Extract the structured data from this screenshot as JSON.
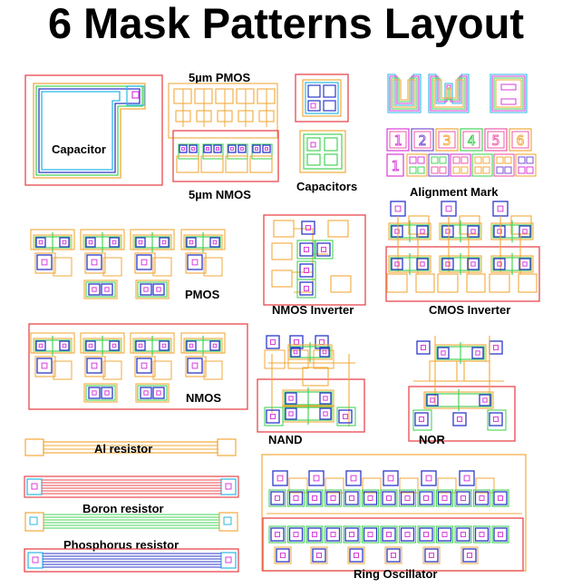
{
  "title": "6 Mask Patterns Layout",
  "labels": {
    "capacitor": "Capacitor",
    "pmos5um": "5µm PMOS",
    "nmos5um": "5µm NMOS",
    "capacitors": "Capacitors",
    "alignment_mark": "Alignment Mark",
    "uwb": [
      "U",
      "W",
      "B"
    ],
    "digits": [
      "1",
      "2",
      "3",
      "4",
      "5",
      "6"
    ],
    "digit_first": "1",
    "pmos": "PMOS",
    "nmos": "NMOS",
    "nmos_inverter": "NMOS Inverter",
    "cmos_inverter": "CMOS Inverter",
    "nand": "NAND",
    "nor": "NOR",
    "al_resistor": "Al resistor",
    "boron_resistor": "Boron resistor",
    "phosphorus_resistor": "Phosphorus resistor",
    "ring_oscillator": "Ring Oscillator"
  },
  "colors": {
    "red": "#e8474d",
    "orange": "#f2a93b",
    "green": "#48d35a",
    "blue": "#2d39c9",
    "cyan": "#2bb7e6",
    "magenta": "#d93cd9",
    "purple": "#7a4fd0",
    "pink": "#ee5aa7"
  }
}
